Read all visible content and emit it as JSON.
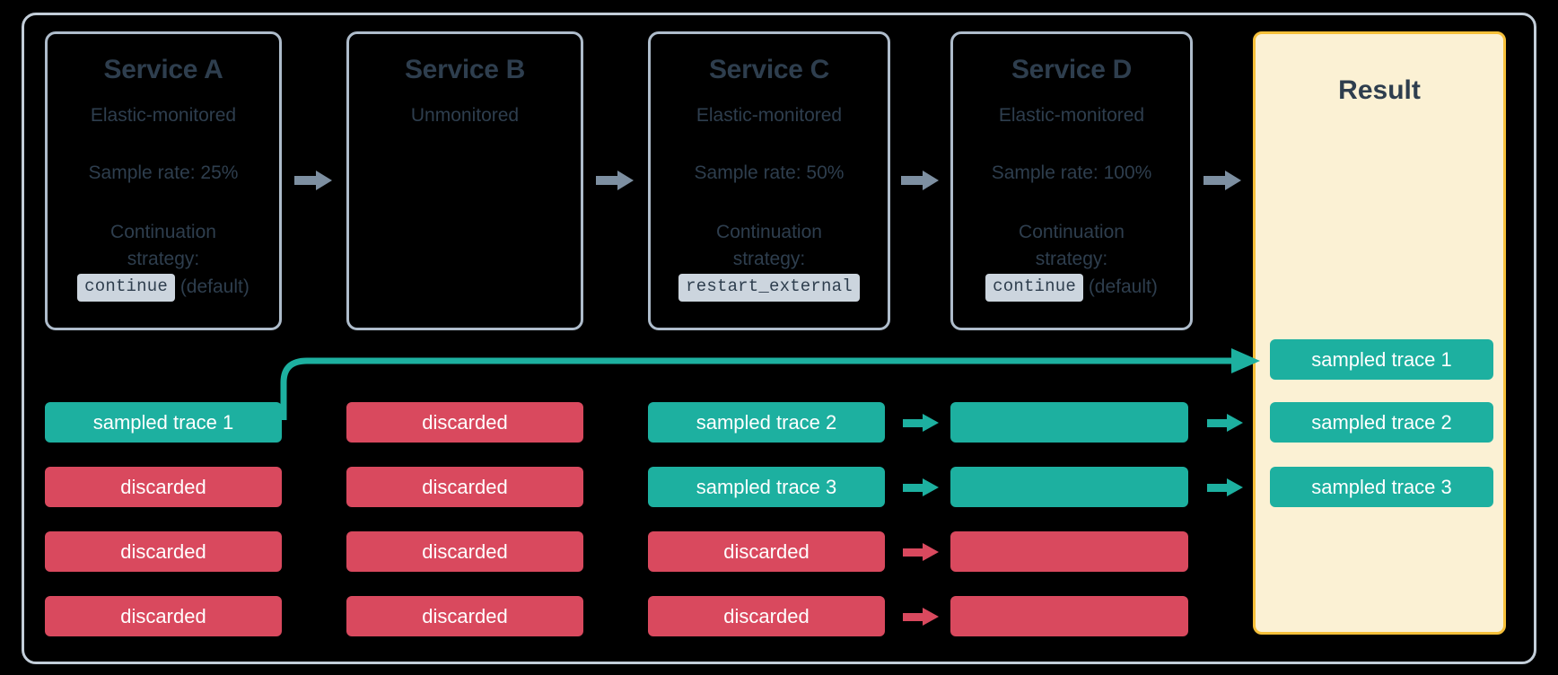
{
  "diagram": {
    "title": "Distributed tracing sampling flow",
    "colors": {
      "background": "#000000",
      "frame_border": "#c3ced9",
      "panel_border": "#aebccb",
      "panel_text": "#2e3e4e",
      "code_badge_bg": "#ccd5de",
      "result_bg": "#fbf1d4",
      "result_border": "#f6c03a",
      "sampled_teal": "#1db0a0",
      "discarded_red": "#d9495e",
      "gray_arrow": "#7d8fa1"
    }
  },
  "services": [
    {
      "name": "Service A",
      "monitoring": "Elastic-monitored",
      "sample_rate": "Sample rate: 25%",
      "strategy_label_line1": "Continuation",
      "strategy_label_line2": "strategy:",
      "strategy_value": "continue",
      "strategy_note": "(default)"
    },
    {
      "name": "Service B",
      "monitoring": "Unmonitored",
      "sample_rate": "",
      "strategy_label_line1": "",
      "strategy_label_line2": "",
      "strategy_value": "",
      "strategy_note": ""
    },
    {
      "name": "Service C",
      "monitoring": "Elastic-monitored",
      "sample_rate": "Sample rate: 50%",
      "strategy_label_line1": "Continuation",
      "strategy_label_line2": "strategy:",
      "strategy_value": "restart_external",
      "strategy_note": ""
    },
    {
      "name": "Service D",
      "monitoring": "Elastic-monitored",
      "sample_rate": "Sample rate: 100%",
      "strategy_label_line1": "Continuation",
      "strategy_label_line2": "strategy:",
      "strategy_value": "continue",
      "strategy_note": "(default)"
    }
  ],
  "result_panel": {
    "title": "Result",
    "items": [
      {
        "label": "sampled trace 1",
        "state": "sampled"
      },
      {
        "label": "sampled trace 2",
        "state": "sampled"
      },
      {
        "label": "sampled trace 3",
        "state": "sampled"
      }
    ]
  },
  "trace_columns": [
    {
      "service": "Service A",
      "rows": [
        {
          "label": "sampled trace 1",
          "state": "sampled"
        },
        {
          "label": "discarded",
          "state": "discarded"
        },
        {
          "label": "discarded",
          "state": "discarded"
        },
        {
          "label": "discarded",
          "state": "discarded"
        }
      ]
    },
    {
      "service": "Service B",
      "rows": [
        {
          "label": "discarded",
          "state": "discarded"
        },
        {
          "label": "discarded",
          "state": "discarded"
        },
        {
          "label": "discarded",
          "state": "discarded"
        },
        {
          "label": "discarded",
          "state": "discarded"
        }
      ]
    },
    {
      "service": "Service C",
      "rows": [
        {
          "label": "sampled trace 2",
          "state": "sampled"
        },
        {
          "label": "sampled trace 3",
          "state": "sampled"
        },
        {
          "label": "discarded",
          "state": "discarded"
        },
        {
          "label": "discarded",
          "state": "discarded"
        }
      ]
    },
    {
      "service": "Service D",
      "rows": [
        {
          "label": "",
          "state": "sampled"
        },
        {
          "label": "",
          "state": "sampled"
        },
        {
          "label": "",
          "state": "discarded"
        },
        {
          "label": "",
          "state": "discarded"
        }
      ]
    }
  ]
}
